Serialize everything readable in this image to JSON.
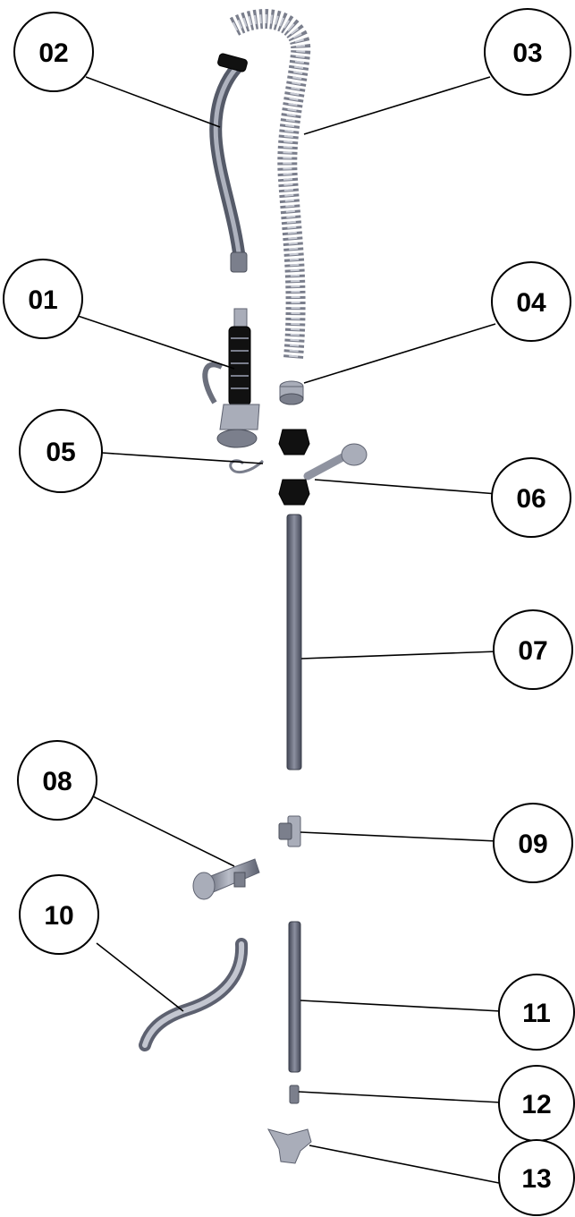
{
  "callouts": {
    "c01": "01",
    "c02": "02",
    "c03": "03",
    "c04": "04",
    "c05": "05",
    "c06": "06",
    "c07": "07",
    "c08": "08",
    "c09": "09",
    "c10": "10",
    "c11": "11",
    "c12": "12",
    "c13": "13"
  }
}
